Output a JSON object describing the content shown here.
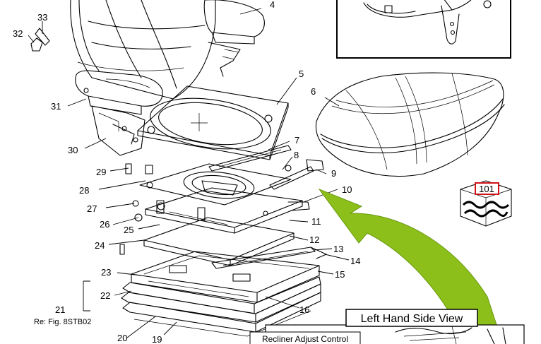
{
  "callouts": [
    "33",
    "32",
    "4",
    "5",
    "6",
    "31",
    "7",
    "30",
    "8",
    "9",
    "29",
    "10",
    "28",
    "27",
    "11",
    "26",
    "25",
    "12",
    "24",
    "13",
    "14",
    "23",
    "15",
    "22",
    "16",
    "21",
    "20",
    "19"
  ],
  "reference_note": "Re: Fig. 8STB02",
  "badge_number": "101",
  "view_title": "Left Hand Side View",
  "view_label": "Recliner Adjust Control",
  "colors": {
    "arrow": "#8cbf1a",
    "badge_border": "#d0141a",
    "ink": "#000000"
  }
}
